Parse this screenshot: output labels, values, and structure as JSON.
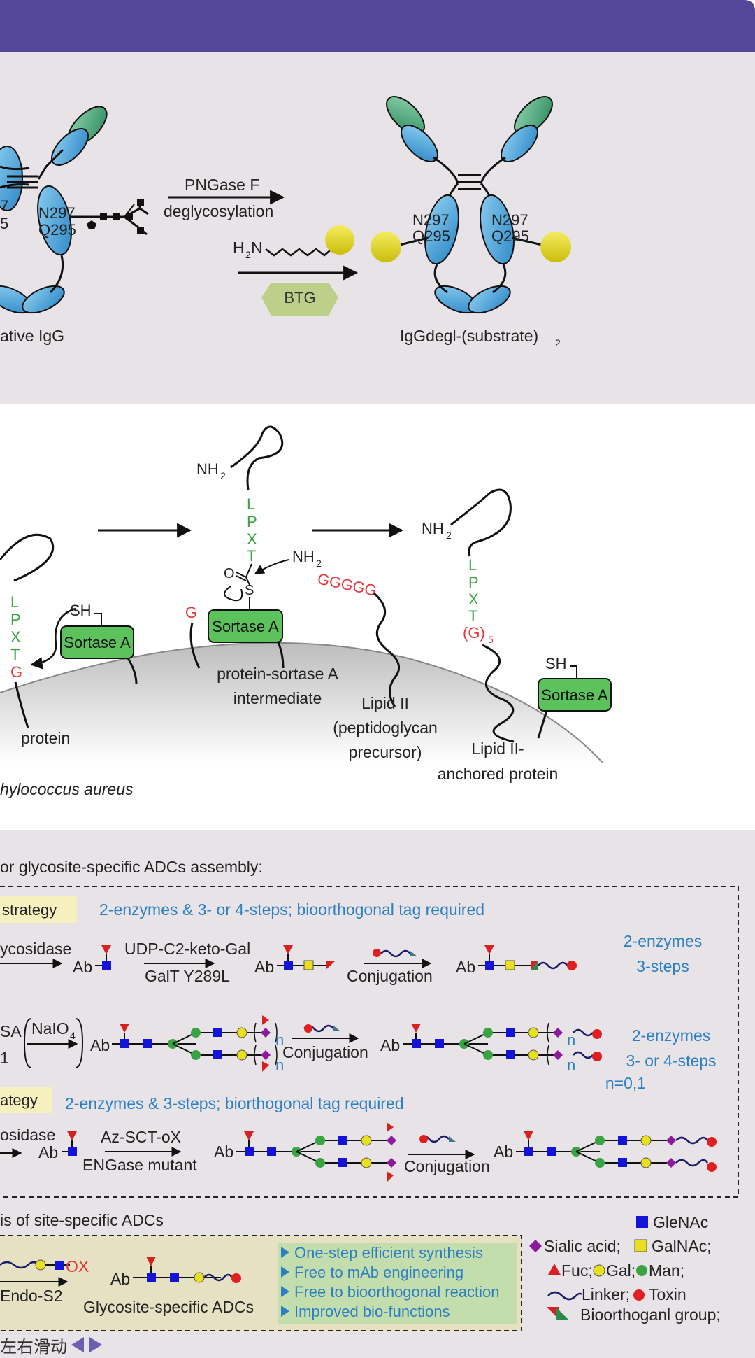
{
  "panel_a": {
    "native_label": "ative IgG",
    "pngase_label": "PNGase F",
    "deglyco_label": "deglycosylation",
    "n297_left": "N297",
    "q295_left": "Q295",
    "partial_n": "7",
    "partial_q": "5",
    "amine_h": "H",
    "amine_sub": "2",
    "amine_n": "N",
    "btg_label": "BTG",
    "n297_r1": "N297",
    "q295_r1": "Q295",
    "n297_r2": "N297",
    "q295_r2": "Q295",
    "product_label": "IgGdegl-(substrate)",
    "product_sub": "2"
  },
  "panel_b": {
    "nh2_top": "NH",
    "nh2_top_sub": "2",
    "nh2_mid": "NH",
    "nh2_mid_sub": "2",
    "nh2_right": "NH",
    "nh2_right_sub": "2",
    "lpxt_l": "L",
    "lpxt_p": "P",
    "lpxt_x": "X",
    "lpxt_t": "T",
    "lpxt_g": "G",
    "mid_l": "L",
    "mid_p": "P",
    "mid_x": "X",
    "mid_t": "T",
    "right_l": "L",
    "right_p": "P",
    "right_x": "X",
    "right_t": "T",
    "g5": "(G)",
    "g5_sub": "5",
    "ggggg": "GGGGG",
    "g_single": "G",
    "o_label": "O",
    "s_label": "S",
    "sh_left": "SH",
    "sh_right": "SH",
    "sortase_left": "Sortase A",
    "sortase_mid": "Sortase A",
    "sortase_right": "Sortase A",
    "intermediate_1": "protein-sortase A",
    "intermediate_2": "intermediate",
    "lipid_1": "Lipid II",
    "lipid_2": "(peptidoglycan",
    "lipid_3": "precursor)",
    "anchored_1": "Lipid II-",
    "anchored_2": "anchored protein",
    "protein": "protein",
    "organism": "hylococcus aureus"
  },
  "panel_c": {
    "title": "or glycosite-specific ADCs assembly:",
    "strategy1_tag": "strategy",
    "strategy1_desc": "2-enzymes & 3- or 4-steps; bioorthogonal tag required",
    "row1_enz": "ycosidase",
    "ab": "Ab",
    "udp": "UDP-C2-keto-Gal",
    "galt": "GalT Y289L",
    "conjugation": "Conjugation",
    "row1_note1": "2-enzymes",
    "row1_note2": "3-steps",
    "sa": "SA",
    "one": "1",
    "naio": "NaIO",
    "naio_sub": "4",
    "n_letter": "n",
    "row2_note1": "2-enzymes",
    "row2_note2": "3- or 4-steps",
    "row2_note3": "n=0,1",
    "strategy2_tag": "ategy",
    "strategy2_desc": "2-enzymes & 3-steps; biorthogonal tag required",
    "row3_enz": "osidase",
    "azsct": "Az-SCT-oX",
    "engase": "ENGase mutant"
  },
  "panel_d": {
    "title": "is of site-specific ADCs",
    "ox": "OX",
    "endo": "Endo-S2",
    "glycosite": "Glycosite-specific ADCs",
    "benefits": [
      "One-step efficient synthesis",
      "Free to mAb engineering",
      "Free to bioorthogonal reaction",
      "Improved bio-functions"
    ]
  },
  "legend": {
    "glcnac": "GleNAc",
    "sialic": "Sialic acid;",
    "galnac": "GalNAc;",
    "fuc": "Fuc;",
    "gal": "Gal;",
    "man": "Man;",
    "linker": "Linker;",
    "toxin": "Toxin",
    "bio": "Bioorthoganl group;"
  },
  "scroll_hint": "左右滑动",
  "colors": {
    "header": "#54479a",
    "panel_bg": "#e7e3e7",
    "antibody_blue": "#4aa3d6",
    "antibody_green": "#3f9a73",
    "sortase_green": "#5cc25c",
    "gold": "#e2d61c",
    "peptide_green": "#3aa444",
    "peptide_red": "#e8393a",
    "note_blue": "#2d7fc4",
    "btg_green": "#bdd08a",
    "tag_yellow": "#f6f0bf",
    "benefit_green": "#c3deac"
  }
}
